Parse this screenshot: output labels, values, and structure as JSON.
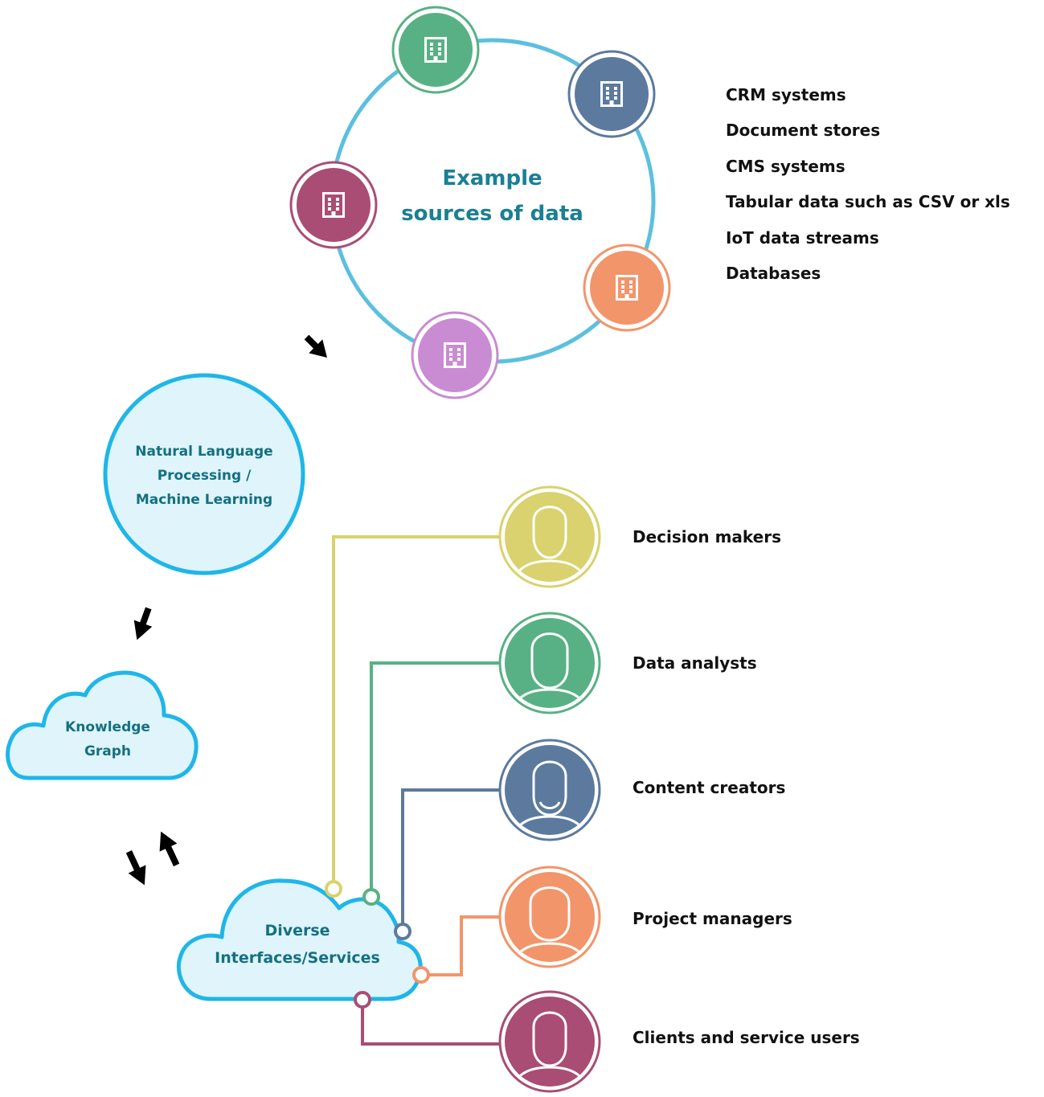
{
  "center_label": {
    "line1": "Example",
    "line2": "sources of data"
  },
  "data_sources": [
    "CRM systems",
    "Document stores",
    "CMS systems",
    "Tabular data such as CSV or xls",
    "IoT data streams",
    "Databases"
  ],
  "nlp_label": {
    "line1": "Natural Language",
    "line2": "Processing /",
    "line3": "Machine Learning"
  },
  "kg_label": {
    "line1": "Knowledge",
    "line2": "Graph"
  },
  "services_label": {
    "line1": "Diverse",
    "line2": "Interfaces/Services"
  },
  "users": [
    {
      "label": "Decision makers",
      "icon": "person-icon",
      "color": "#d9d26e"
    },
    {
      "label": "Data analysts",
      "icon": "person-icon",
      "color": "#58b184"
    },
    {
      "label": "Content creators",
      "icon": "person-icon",
      "color": "#5c7a9e"
    },
    {
      "label": "Project managers",
      "icon": "person-icon",
      "color": "#f2956a"
    },
    {
      "label": "Clients and service users",
      "icon": "person-icon",
      "color": "#a94d74"
    }
  ],
  "source_icons": [
    {
      "icon": "building-icon",
      "color": "#58b184"
    },
    {
      "icon": "building-icon",
      "color": "#5c7a9e"
    },
    {
      "icon": "building-icon",
      "color": "#a94d74"
    },
    {
      "icon": "building-icon",
      "color": "#f2956a"
    },
    {
      "icon": "building-icon",
      "color": "#c98bd1"
    }
  ],
  "colors": {
    "ring": "#5bc0de",
    "accent_blue": "#1fb6e8",
    "cloud_fill": "#dff4fb",
    "title_text": "#1a7f95"
  }
}
